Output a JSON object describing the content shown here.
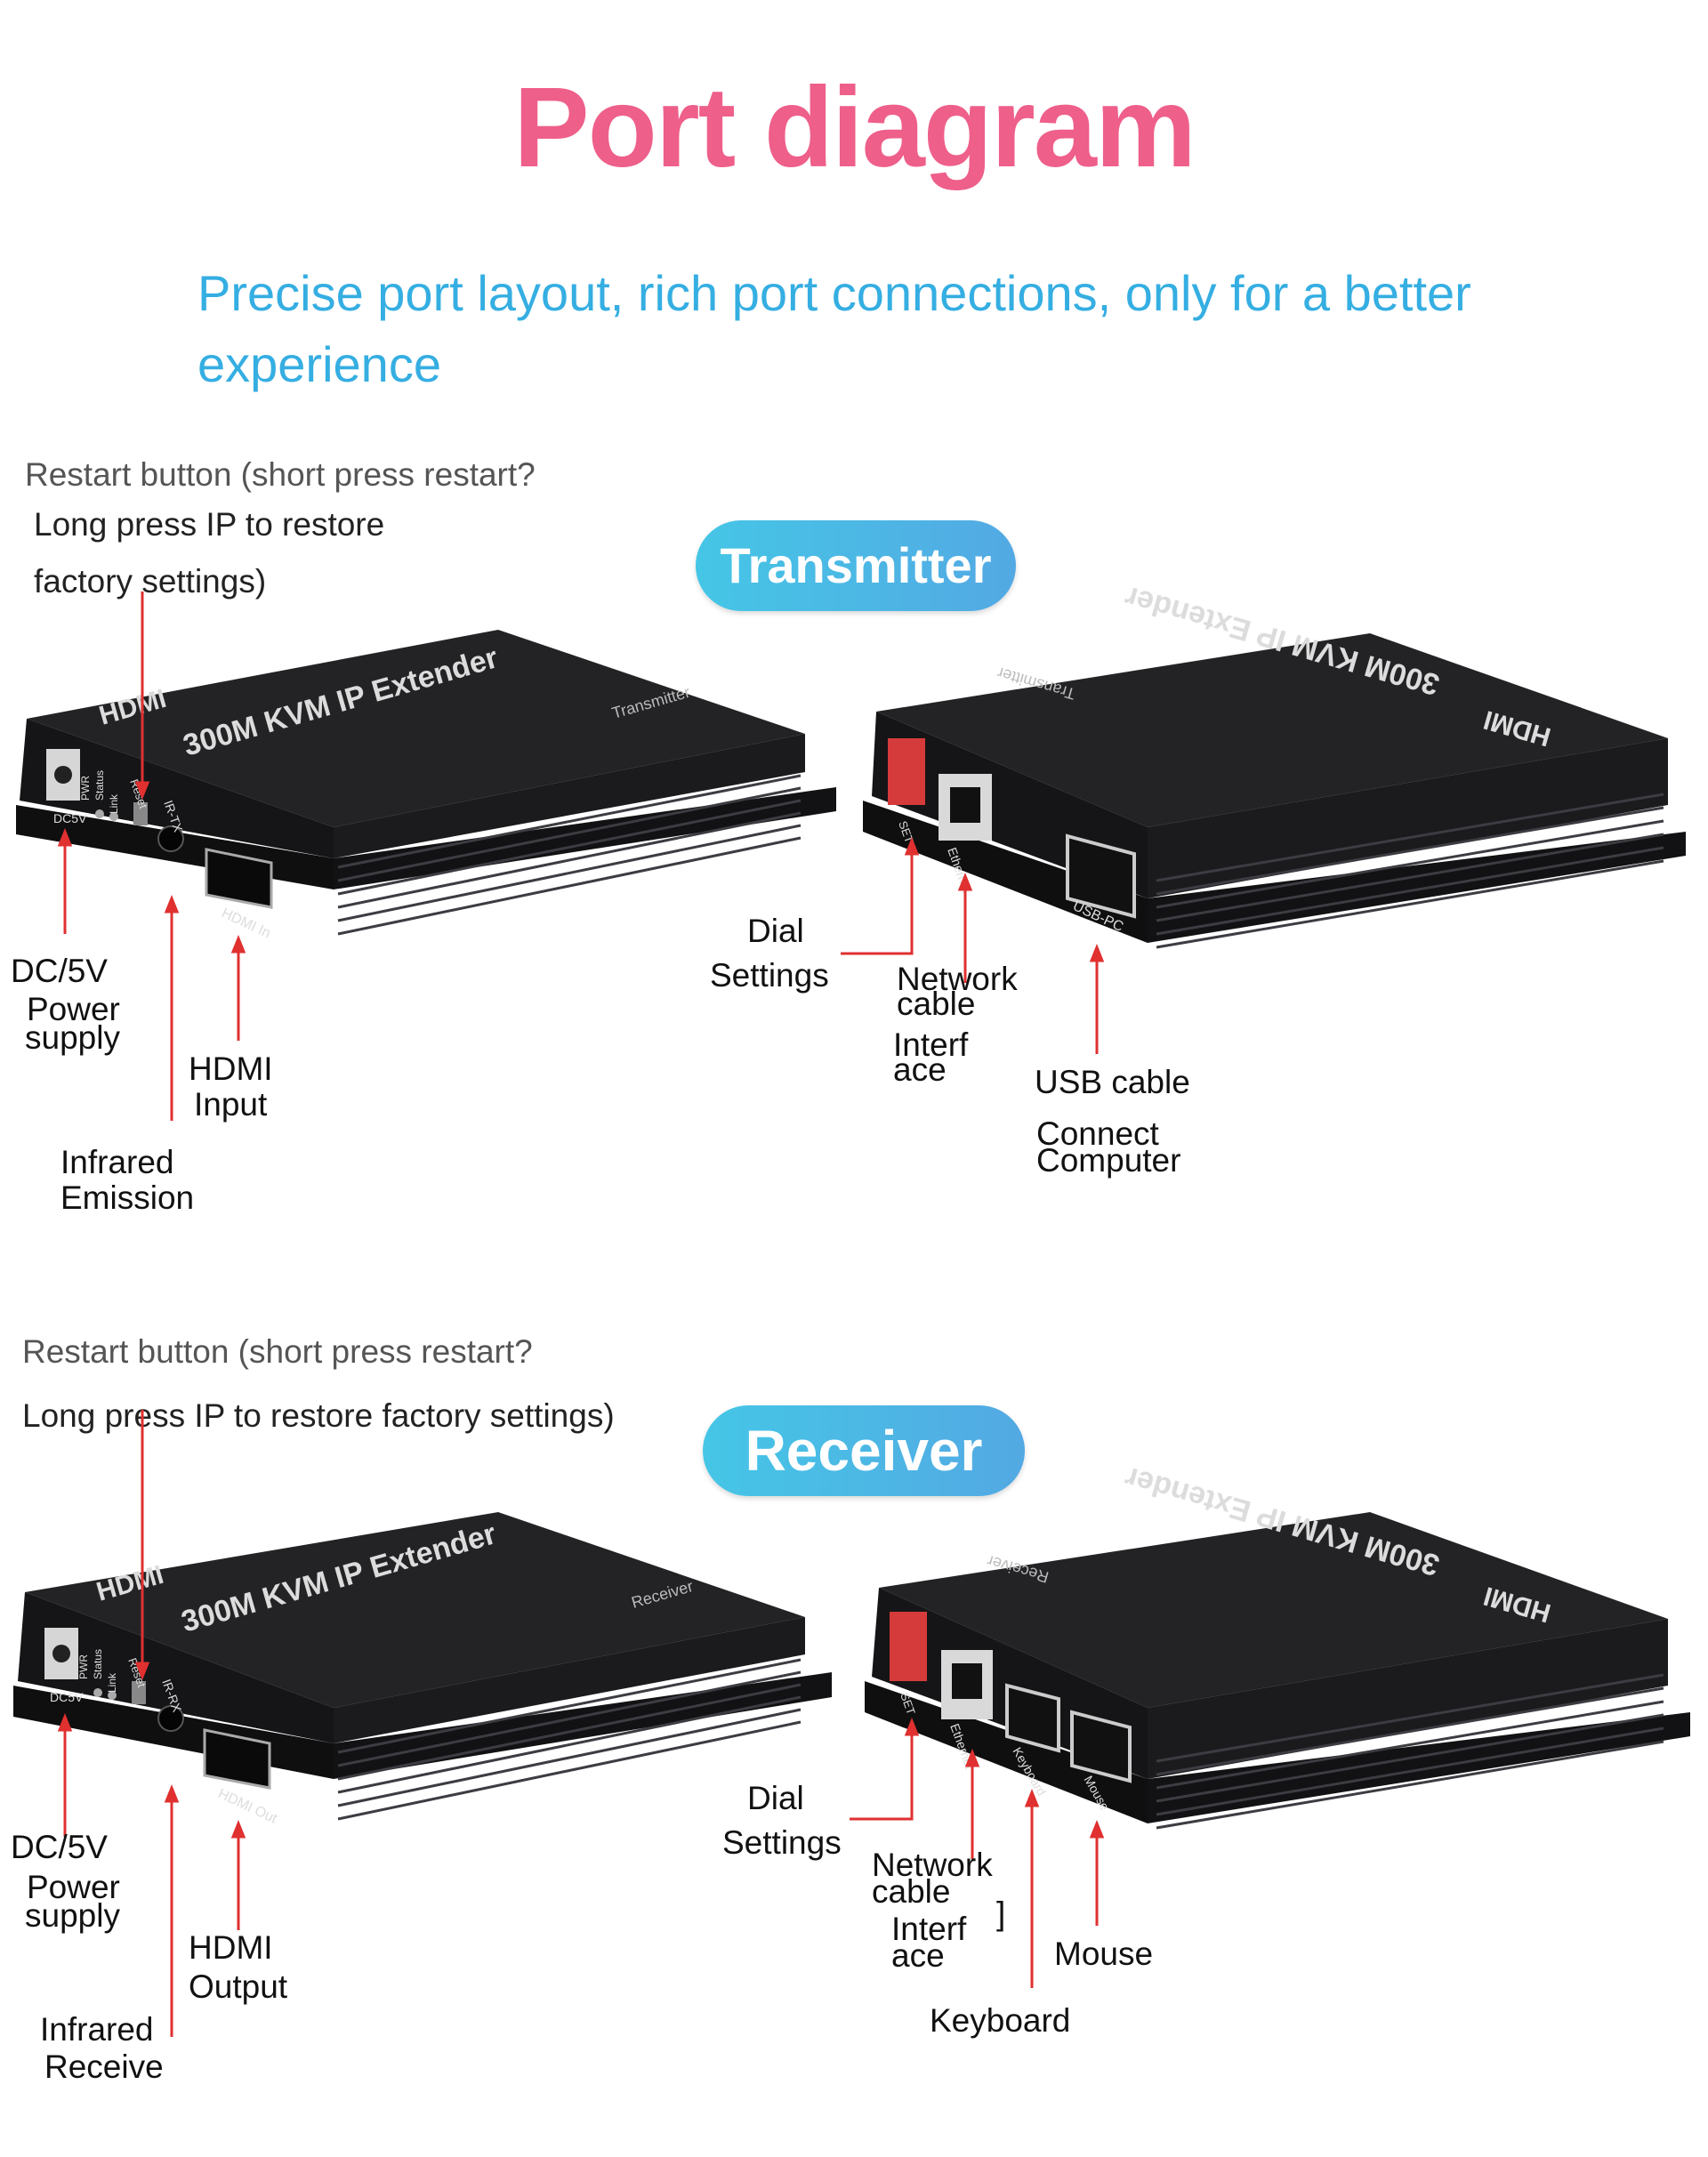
{
  "title": "Port diagram",
  "subtitle": "Precise port layout, rich port connections, only for a better experience",
  "transmitter": {
    "badge": "Transmitter",
    "restart_line1": "Restart button (short press restart?",
    "restart_line2": "Long press IP to restore",
    "restart_line3": "factory settings)",
    "front_device": {
      "brand": "HDMI",
      "model": "300M KVM IP Extender",
      "unit": "Transmitter",
      "leds": [
        "PWR",
        "Status",
        "Link"
      ],
      "ports": {
        "dc": "DC5V",
        "reset": "Reset",
        "ir": "IR-TX",
        "hdmi": "HDMI In"
      }
    },
    "rear_device": {
      "brand": "HDMI",
      "model": "300M KVM IP Extender",
      "unit": "Transmitter",
      "ports": {
        "set": "SET",
        "ethernet": "Ethernet",
        "usb": "USB-PC"
      }
    },
    "labels": {
      "dc_a": "DC/5V",
      "dc_b": "Power",
      "dc_c": "supply",
      "hdmi_a": "HDMI",
      "hdmi_b": "Input",
      "ir_a": "Infrared",
      "ir_b": "Emission",
      "dial_a": "Dial",
      "dial_b": "Settings",
      "net_a": "Network",
      "net_b": "cable",
      "net_c": "Interf",
      "net_d": "ace",
      "usb_a": "USB cable",
      "usb_b": "Connect",
      "usb_c": "Computer"
    }
  },
  "receiver": {
    "badge": "Receiver",
    "restart_line1": "Restart button (short press restart?",
    "restart_line2": "Long press IP to restore factory settings)",
    "front_device": {
      "brand": "HDMI",
      "model": "300M KVM IP Extender",
      "unit": "Receiver",
      "leds": [
        "PWR",
        "Status",
        "Link"
      ],
      "ports": {
        "dc": "DC5V",
        "reset": "Reset",
        "ir": "IR-RX",
        "hdmi": "HDMI Out"
      }
    },
    "rear_device": {
      "brand": "HDMI",
      "model": "300M KVM IP Extender",
      "unit": "Receiver",
      "ports": {
        "set": "SET",
        "ethernet": "Ethernet",
        "keyboard": "Keyboard",
        "mouse": "Mouse"
      }
    },
    "labels": {
      "dc_a": "DC/5V",
      "dc_b": "Power",
      "dc_c": "supply",
      "hdmi_a": "HDMI",
      "hdmi_b": "Output",
      "ir_a": "Infrared",
      "ir_b": "Receive",
      "dial_a": "Dial",
      "dial_b": "Settings",
      "net_a": "Network",
      "net_b": "cable",
      "net_c": "Interf",
      "net_d": "ace",
      "net_e": "]",
      "mouse": "Mouse",
      "keyboard": "Keyboard"
    }
  },
  "colors": {
    "title": "#ee5f8a",
    "subtitle": "#35aee2",
    "badge": "#4ab8e4",
    "callout": "#e03030",
    "device": "#1c1c1e"
  }
}
